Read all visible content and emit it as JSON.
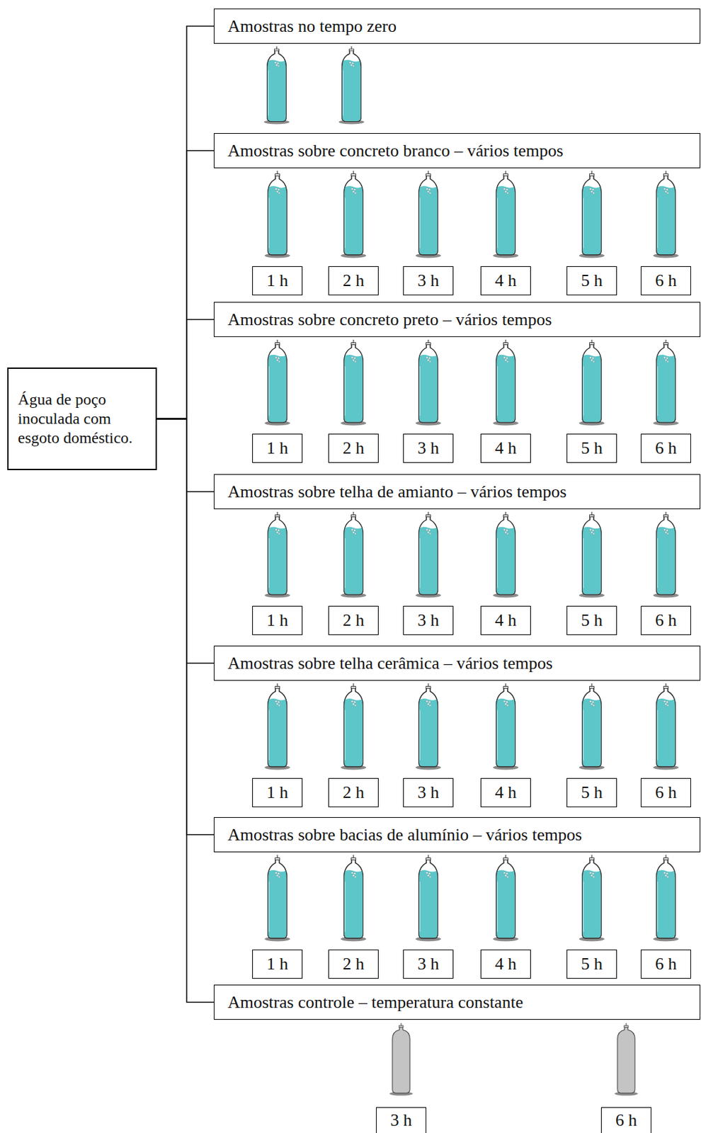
{
  "diagram": {
    "nodes": [
      {
        "text": [
          "Água de poço inoculada com esgoto doméstico."
        ]
      },
      {
        "text": [
          "Amostras no tempo zero"
        ]
      },
      {
        "text": [
          "Amostras sobre concreto branco – vários tempos"
        ]
      },
      {
        "text": [
          "1 h"
        ]
      },
      {
        "text": [
          "2 h"
        ]
      },
      {
        "text": [
          "3 h"
        ]
      },
      {
        "text": [
          "4 h"
        ]
      },
      {
        "text": [
          "5 h"
        ]
      },
      {
        "text": [
          "6 h"
        ]
      },
      {
        "text": [
          "Amostras sobre concreto preto – vários tempos"
        ]
      },
      {
        "text": [
          "1 h"
        ]
      },
      {
        "text": [
          "2 h"
        ]
      },
      {
        "text": [
          "3 h"
        ]
      },
      {
        "text": [
          "4 h"
        ]
      },
      {
        "text": [
          "5 h"
        ]
      },
      {
        "text": [
          "6 h"
        ]
      },
      {
        "text": [
          "Amostras sobre telha de amianto – vários tempos"
        ]
      },
      {
        "text": [
          "1 h"
        ]
      },
      {
        "text": [
          "2 h"
        ]
      },
      {
        "text": [
          "3 h"
        ]
      },
      {
        "text": [
          "4 h"
        ]
      },
      {
        "text": [
          "5 h"
        ]
      },
      {
        "text": [
          "6 h"
        ]
      },
      {
        "text": [
          "Amostras sobre telha cerâmica – vários tempos"
        ]
      },
      {
        "text": [
          "1 h"
        ]
      },
      {
        "text": [
          "2 h"
        ]
      },
      {
        "text": [
          "3 h"
        ]
      },
      {
        "text": [
          "4 h"
        ]
      },
      {
        "text": [
          "5 h"
        ]
      },
      {
        "text": [
          "6 h"
        ]
      },
      {
        "text": [
          "Amostras sobre bacias de alumínio – vários tempos"
        ]
      },
      {
        "text": [
          "1 h"
        ]
      },
      {
        "text": [
          "2 h"
        ]
      },
      {
        "text": [
          "3 h"
        ]
      },
      {
        "text": [
          "4 h"
        ]
      },
      {
        "text": [
          "5 h"
        ]
      },
      {
        "text": [
          "6 h"
        ]
      },
      {
        "text": [
          "Amostras controle – temperatura constante"
        ]
      },
      {
        "text": [
          "3 h"
        ]
      },
      {
        "text": [
          "6 h"
        ]
      }
    ],
    "edges": [
      {
        "from": 0,
        "to": 1,
        "arrow": "none"
      },
      {
        "from": 0,
        "to": 2,
        "arrow": "none"
      },
      {
        "from": 0,
        "to": 9,
        "arrow": "none"
      },
      {
        "from": 0,
        "to": 16,
        "arrow": "none"
      },
      {
        "from": 0,
        "to": 23,
        "arrow": "none"
      },
      {
        "from": 0,
        "to": 30,
        "arrow": "none"
      },
      {
        "from": 0,
        "to": 37,
        "arrow": "none"
      }
    ]
  }
}
